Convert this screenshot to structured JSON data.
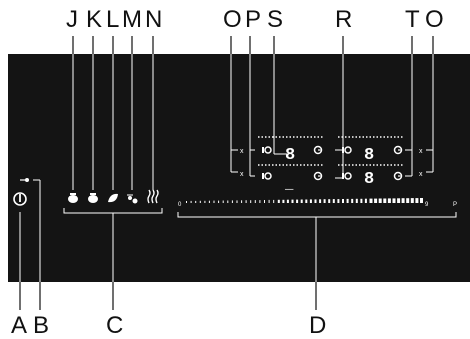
{
  "callouts": {
    "top": [
      "J",
      "K",
      "L",
      "M",
      "N",
      "O",
      "P",
      "S",
      "R",
      "T",
      "O"
    ],
    "bottom": [
      "A",
      "B",
      "C",
      "D"
    ]
  },
  "panel": {
    "glass_color": "#141414",
    "line_color": "#ffffff",
    "slider_start": "0",
    "slider_mid": "9",
    "slider_end": "P",
    "timer_marks": [
      "x",
      "x",
      "x",
      "x"
    ],
    "zone_digits": [
      "8",
      "_",
      "8",
      "8"
    ]
  },
  "icons": [
    "power-icon",
    "key-lock-icon",
    "pan-icon",
    "pan-icon",
    "leaf-icon",
    "snowflake-boost-icon",
    "steam-icon",
    "induction-zone-icon",
    "clock-icon"
  ]
}
